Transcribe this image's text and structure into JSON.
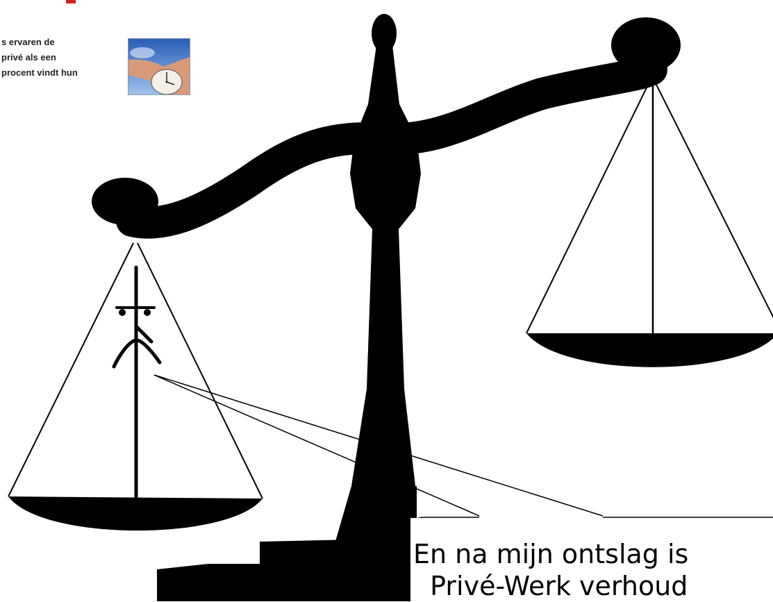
{
  "article": {
    "lines": [
      "s ervaren de",
      "privé als een",
      "procent vindt hun"
    ]
  },
  "callout": {
    "lines": [
      "En na mijn ontslag is",
      "  Privé-Werk verhoud"
    ]
  },
  "colors": {
    "ink": "#000000",
    "heading_red": "#d12020",
    "sky": "#3a6fc4",
    "skin": "#d99a7a"
  },
  "icons": [
    "balance-scale-icon",
    "stick-figure-icon",
    "clock-in-hand-icon"
  ]
}
